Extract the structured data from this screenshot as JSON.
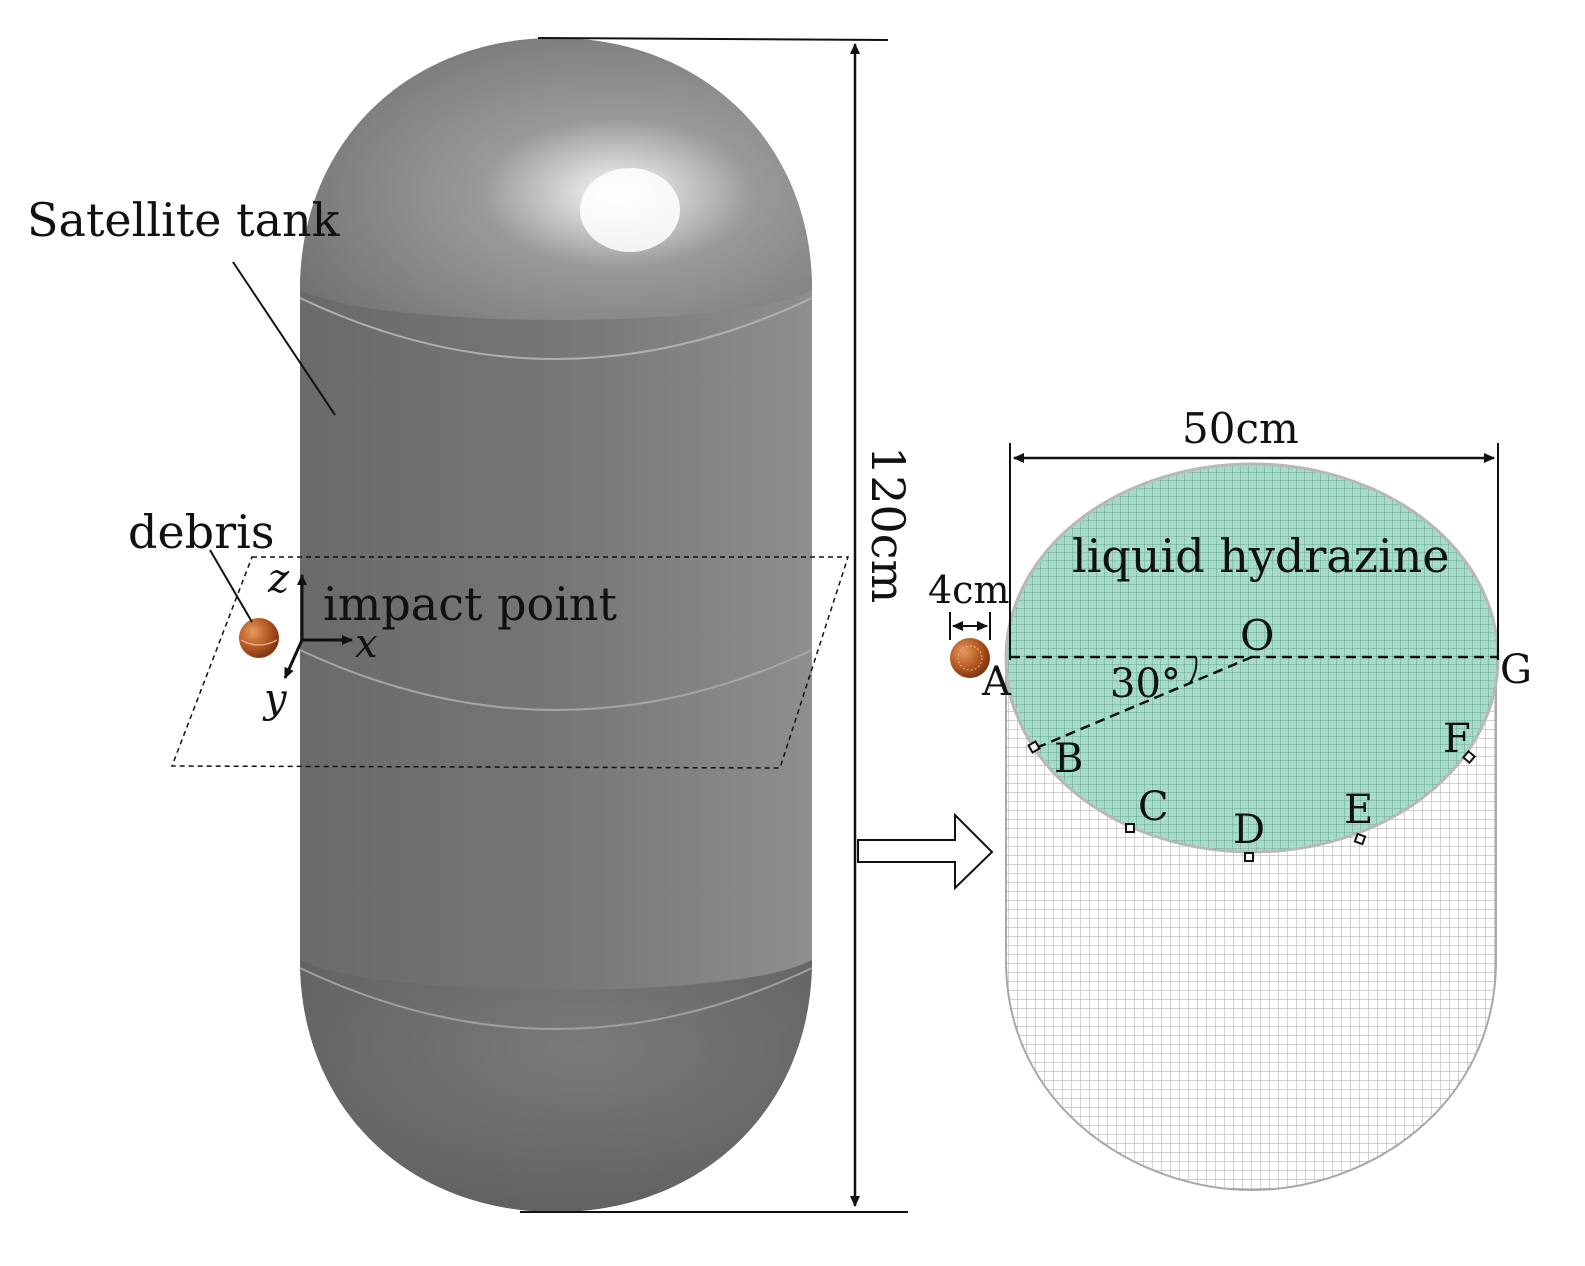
{
  "labels": {
    "satellite_tank": "Satellite tank",
    "debris": "debris",
    "impact_point": "impact point",
    "axis_z": "z",
    "axis_x": "x",
    "axis_y": "y",
    "height": "120cm",
    "diameter": "50cm",
    "debris_size": "4cm",
    "liquid": "liquid hydrazine",
    "angle": "30°",
    "points": {
      "A": "A",
      "B": "B",
      "C": "C",
      "D": "D",
      "E": "E",
      "F": "F",
      "G": "G",
      "O": "O"
    }
  },
  "colors": {
    "tank_body": "#7c7c7c",
    "tank_highlight": "#f4f4f4",
    "mesh_top": "#9fd6c0",
    "mesh_line_top": "#4f9a82",
    "mesh_side": "#ffffff",
    "mesh_line_side": "#b9b9b9",
    "debris": "#b2551f",
    "line": "#111111"
  }
}
